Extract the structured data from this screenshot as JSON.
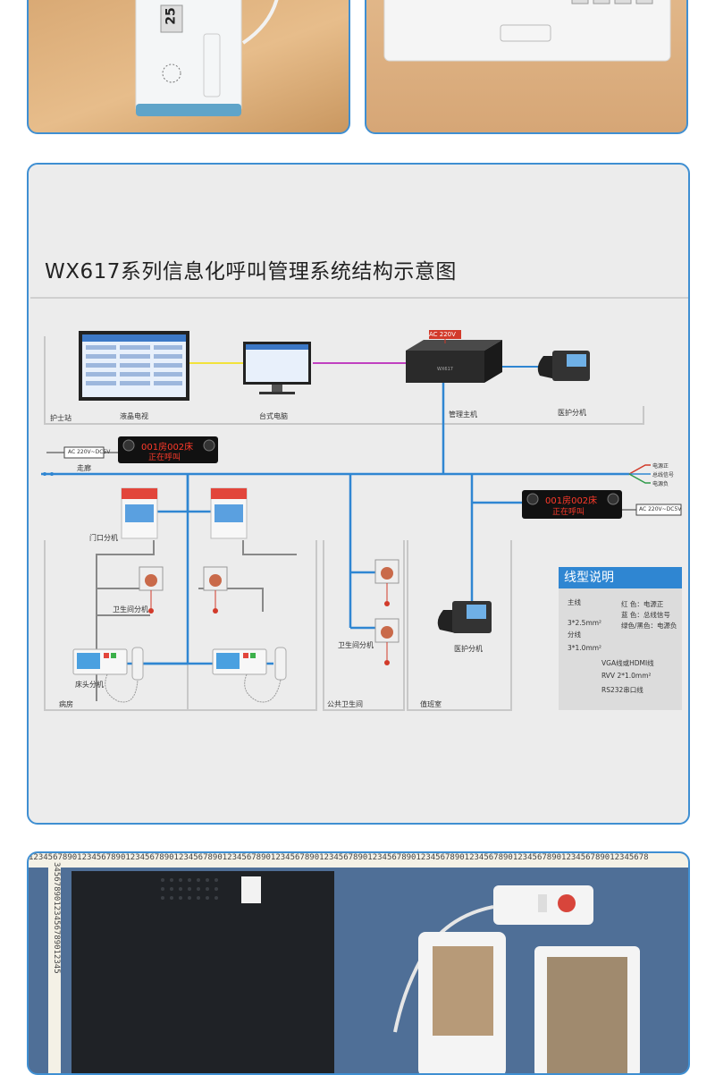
{
  "photos": {
    "top_left_badge": "25"
  },
  "diagram": {
    "title": "WX617系列信息化呼叫管理系统结构示意图",
    "power_tag_top": "AC 220V",
    "power_tag_left": "AC 220V~DC5V",
    "power_tag_right": "AC 220V~DC5V",
    "led_text_line1": "001房002床",
    "led_text_line2": "正在呼叫",
    "labels": {
      "nurse_station": "护士站",
      "lcd_tv": "液晶电视",
      "desktop_pc": "台式电脑",
      "main_host": "管理主机",
      "medical_ext_top": "医护分机",
      "corridor": "走廊",
      "door_ext": "门口分机",
      "toilet_ext_ward": "卫生间分机",
      "bed_ext": "床头分机",
      "ward": "病房",
      "toilet_ext_public": "卫生间分机",
      "public_toilet": "公共卫生间",
      "medical_ext_duty": "医护分机",
      "duty_room": "值班室",
      "pwr_pos": "电源正",
      "bus_signal": "总线信号",
      "pwr_neg": "电源负"
    },
    "legend": {
      "title": "线型说明",
      "main_line": "主线",
      "main_spec": "3*2.5mm²",
      "main_red": "红 色：电源正",
      "main_blue": "蓝 色：总线信号",
      "main_green": "绿色/黑色：电源负",
      "branch_line": "分线",
      "branch_spec": "3*1.0mm²",
      "vga": "VGA线或HDMI线",
      "rvv": "RVV 2*1.0mm²",
      "rs232": "RS232串口线"
    },
    "colors": {
      "bus": "#2f86d2",
      "vga": "#f2e23a",
      "rvv": "#777777",
      "rs232": "#c040c0",
      "red": "#d23a2a",
      "green": "#2f9a4a"
    }
  },
  "ruler": {
    "top": "12345678901234567890123456789012345678901234567890123456789012345678901234567890123456789012345678901234567890123456789012345678",
    "side": "34567890123456789012345"
  }
}
